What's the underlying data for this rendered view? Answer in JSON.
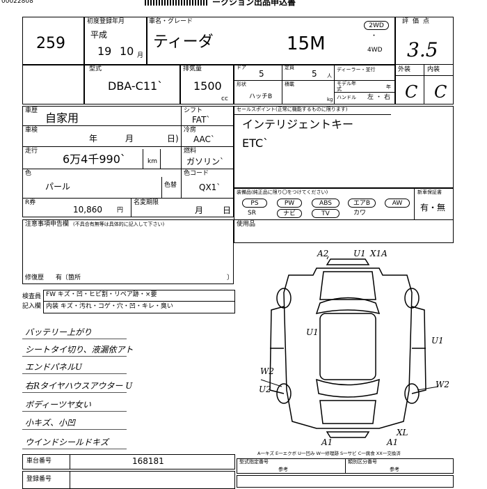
{
  "header": {
    "doc_number": "00022808",
    "title": "ークション出品申込書"
  },
  "lot": {
    "number": "259"
  },
  "first_registration": {
    "label": "初度登録年月",
    "era": "平成",
    "year": "19",
    "month": "10",
    "month_unit": "月"
  },
  "car_name": {
    "label": "車名・グレード",
    "name": "ティーダ",
    "grade": "15M"
  },
  "drive": {
    "wd2": "2WD",
    "wd4": "4WD"
  },
  "score": {
    "label": "評価点",
    "value": "3.5",
    "exterior_label": "外装",
    "interior_label": "内装",
    "exterior": "C",
    "interior": "C"
  },
  "model": {
    "label": "型式",
    "value": "DBA-C11`"
  },
  "displacement": {
    "label": "排気量",
    "value": "1500",
    "unit": "cc"
  },
  "doors": {
    "label": "ドア",
    "value": "5"
  },
  "capacity": {
    "label": "定員",
    "value": "5",
    "unit": "人"
  },
  "dealer": {
    "label": "ディーラー・並行"
  },
  "shape": {
    "label": "形状",
    "value": "ハッチB"
  },
  "load": {
    "label": "積載",
    "unit": "kg"
  },
  "model_year": {
    "label": "モデル年式",
    "unit": "年"
  },
  "handle": {
    "label": "ハンドル",
    "left": "左",
    "right": "右"
  },
  "usage": {
    "label": "車歴",
    "value": "自家用"
  },
  "inspection": {
    "label": "車検",
    "year": "年",
    "month": "月",
    "day": "日)"
  },
  "mileage": {
    "label": "走行",
    "value": "6万4千990`",
    "unit": "km"
  },
  "shift": {
    "label": "シフト",
    "value": "FAT`"
  },
  "aircon": {
    "label": "冷房",
    "value": "AAC`"
  },
  "fuel": {
    "label": "燃料",
    "value": "ガソリン`"
  },
  "color": {
    "label": "色",
    "value": "パール",
    "change_label": "色替",
    "code_label": "色コード",
    "code": "QX1`"
  },
  "recycle": {
    "label": "R券",
    "value": "10,860",
    "unit": "円",
    "transfer_label": "名変期限",
    "month": "月",
    "day": "日"
  },
  "sales_point": {
    "label": "セールスポイント(正常に機能するものに限ります)",
    "items": [
      "インテリジェントキー",
      "ETC`"
    ]
  },
  "equipment": {
    "label": "装備品(純正品に限り〇をつけてください)",
    "items": [
      "PS",
      "PW",
      "ABS",
      "エアB",
      "AW",
      "SR",
      "ナビ",
      "TV",
      "カワ"
    ]
  },
  "warranty": {
    "label": "新車保証書",
    "value": "有・無"
  },
  "notes": {
    "label": "注意事項申告欄",
    "sub": "(不具合有無等は具体的に記入して下さい)",
    "repair_label": "修復歴",
    "repair_value": "有〔箇所",
    "bracket_end": "〕"
  },
  "used_goods": {
    "label": "使用品"
  },
  "checklist": {
    "label1": "検査員",
    "label2": "記入欄",
    "row1": "FW  キズ・凹・ヒビ割・リペア跡・×要",
    "row2": "内装  キズ・汚れ・コゲ・穴・凹・キレ・臭い"
  },
  "handwritten_notes": [
    "バッテリー上がり",
    "シートタイ切り、液漏依アト",
    "エンドパネルU",
    "右Rタイヤハウスアウター U",
    "ボディーツヤ女い",
    "小キズ、小凹",
    "ウインドシールドキズ"
  ],
  "diagram_marks": [
    "A2",
    "U1",
    "X1A",
    "U1",
    "U1",
    "W2",
    "U2",
    "W2",
    "XL",
    "A1",
    "A1"
  ],
  "legend": "A一キズ  E一エクボ  U一凹み  W一修理跡  S一サビ  C一腐食  XX一交換済",
  "chassis": {
    "label": "車台番号",
    "value": "168181"
  },
  "registration": {
    "label": "登録番号"
  },
  "model_spec": {
    "label": "型式指定番号",
    "value": "参考"
  },
  "class_no": {
    "label": "類別区分番号",
    "value": "参考"
  }
}
